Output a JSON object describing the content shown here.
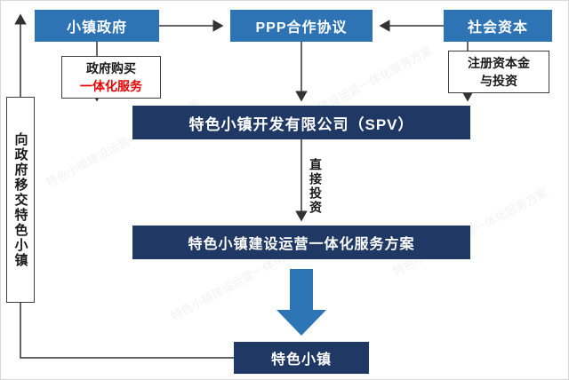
{
  "colors": {
    "box_blue": "#2e74b5",
    "box_navy": "#1f3864",
    "block_arrow_blue": "#2e75b6",
    "accent_red": "#e60000",
    "line_black": "#333333"
  },
  "nodes": {
    "government": {
      "label": "小镇政府"
    },
    "ppp_agreement": {
      "label": "PPP合作协议"
    },
    "social_capital": {
      "label": "社会资本"
    },
    "spv": {
      "label": "特色小镇开发有限公司（SPV）"
    },
    "plan": {
      "label": "特色小镇建设运营一体化服务方案"
    },
    "town": {
      "label": "特色小镇"
    }
  },
  "labels": {
    "gov_purchase_line1": "政府购买",
    "gov_purchase_line2": "一体化服务",
    "registered_capital_line1": "注册资本金",
    "registered_capital_line2": "与投资",
    "direct_investment": "直接投资",
    "transfer_to_government": "向政府移交特色小镇"
  },
  "watermark": {
    "text": "特色小镇建设运营一体化服务方案"
  }
}
